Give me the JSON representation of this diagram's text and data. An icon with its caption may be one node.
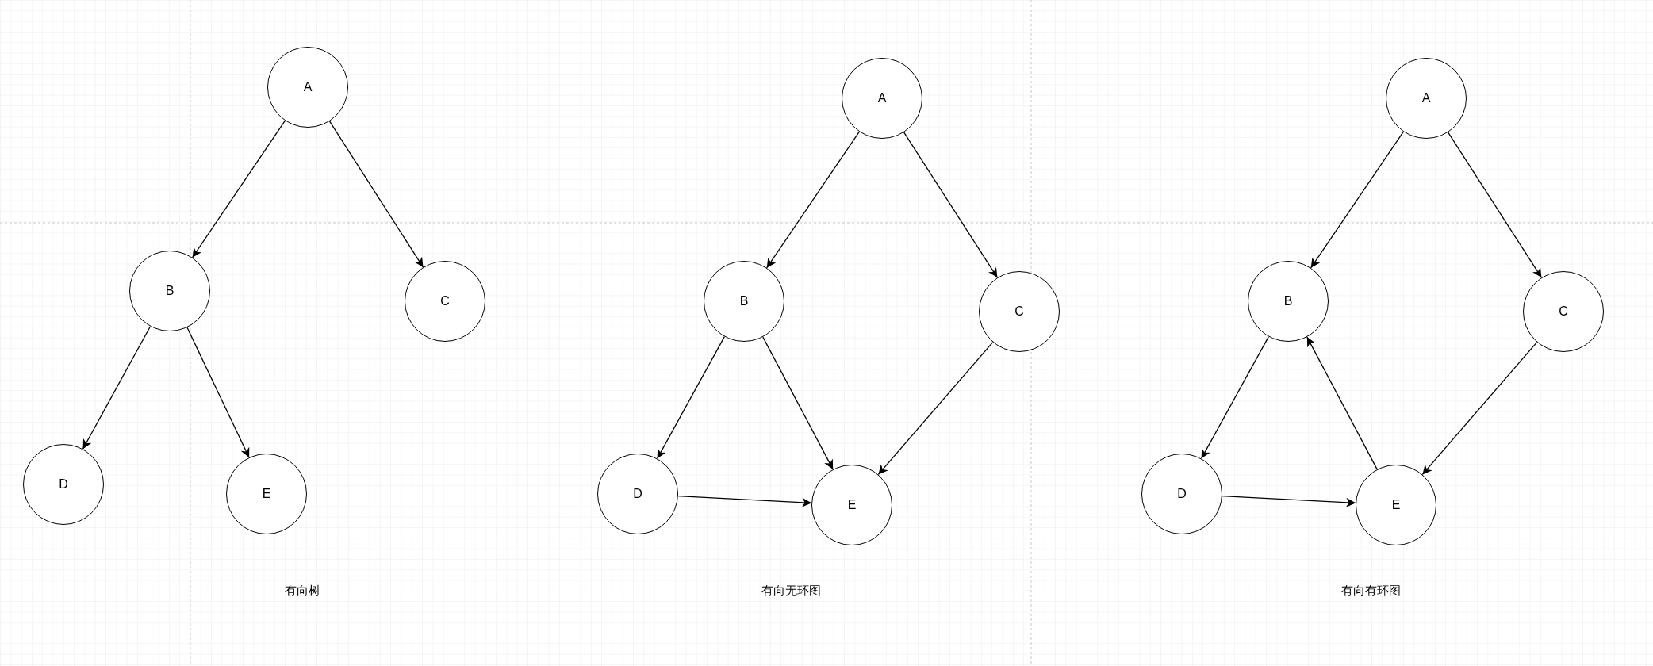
{
  "diagram": {
    "nodes": [
      {
        "text": [
          "A"
        ]
      },
      {
        "text": [
          "B"
        ]
      },
      {
        "text": [
          "C"
        ]
      },
      {
        "text": [
          "D"
        ]
      },
      {
        "text": [
          "E"
        ]
      },
      {
        "text": [
          "A"
        ]
      },
      {
        "text": [
          "B"
        ]
      },
      {
        "text": [
          "C"
        ]
      },
      {
        "text": [
          "D"
        ]
      },
      {
        "text": [
          "E"
        ]
      },
      {
        "text": [
          "A"
        ]
      },
      {
        "text": [
          "B"
        ]
      },
      {
        "text": [
          "C"
        ]
      },
      {
        "text": [
          "D"
        ]
      },
      {
        "text": [
          "E"
        ]
      }
    ],
    "edges": [
      {
        "from": 0,
        "to": 1,
        "arrow": "to"
      },
      {
        "from": 0,
        "to": 2,
        "arrow": "to"
      },
      {
        "from": 1,
        "to": 3,
        "arrow": "to"
      },
      {
        "from": 1,
        "to": 4,
        "arrow": "to"
      },
      {
        "from": 5,
        "to": 6,
        "arrow": "to"
      },
      {
        "from": 5,
        "to": 7,
        "arrow": "to"
      },
      {
        "from": 6,
        "to": 8,
        "arrow": "to"
      },
      {
        "from": 6,
        "to": 9,
        "arrow": "to"
      },
      {
        "from": 7,
        "to": 9,
        "arrow": "to"
      },
      {
        "from": 8,
        "to": 9,
        "arrow": "to"
      },
      {
        "from": 10,
        "to": 11,
        "arrow": "to"
      },
      {
        "from": 10,
        "to": 12,
        "arrow": "to"
      },
      {
        "from": 11,
        "to": 13,
        "arrow": "to"
      },
      {
        "from": 14,
        "to": 11,
        "arrow": "to"
      },
      {
        "from": 12,
        "to": 14,
        "arrow": "to"
      },
      {
        "from": 13,
        "to": 14,
        "arrow": "to"
      }
    ],
    "labels": [
      "有向树",
      "有向无环图",
      "有向有环图"
    ]
  }
}
